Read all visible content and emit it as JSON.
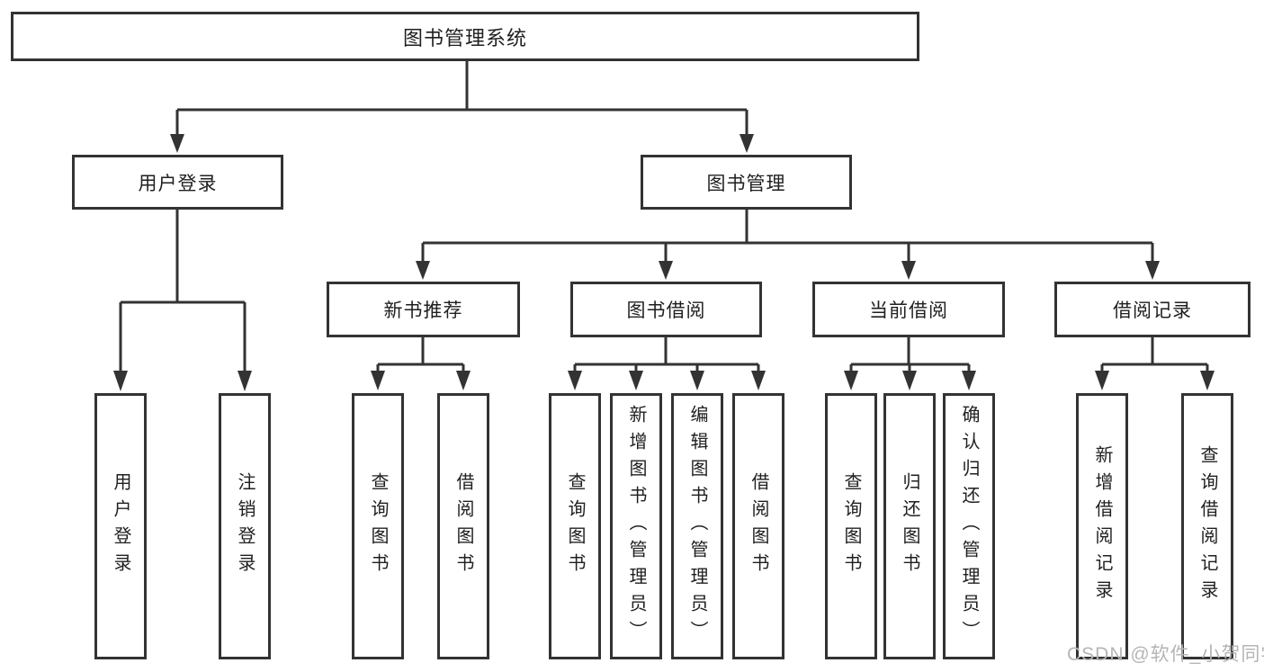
{
  "diagram": {
    "root": {
      "label": "图书管理系统"
    },
    "branches": [
      {
        "label": "用户登录",
        "children": [
          {
            "label": "用户登录"
          },
          {
            "label": "注销登录"
          }
        ]
      },
      {
        "label": "图书管理",
        "children": [
          {
            "label": "新书推荐",
            "children": [
              {
                "label": "查询图书"
              },
              {
                "label": "借阅图书"
              }
            ]
          },
          {
            "label": "图书借阅",
            "children": [
              {
                "label": "查询图书"
              },
              {
                "label": "新增图书（管理员）"
              },
              {
                "label": "编辑图书（管理员）"
              },
              {
                "label": "借阅图书"
              }
            ]
          },
          {
            "label": "当前借阅",
            "children": [
              {
                "label": "查询图书"
              },
              {
                "label": "归还图书"
              },
              {
                "label": "确认归还（管理员）"
              }
            ]
          },
          {
            "label": "借阅记录",
            "children": [
              {
                "label": "新增借阅记录"
              },
              {
                "label": "查询借阅记录"
              }
            ]
          }
        ]
      }
    ]
  },
  "watermark": "CSDN @软件_小贺同学",
  "colors": {
    "line": "#333333",
    "text": "#1f1f1f",
    "watermark": "#b5b5b5",
    "background": "#ffffff"
  }
}
